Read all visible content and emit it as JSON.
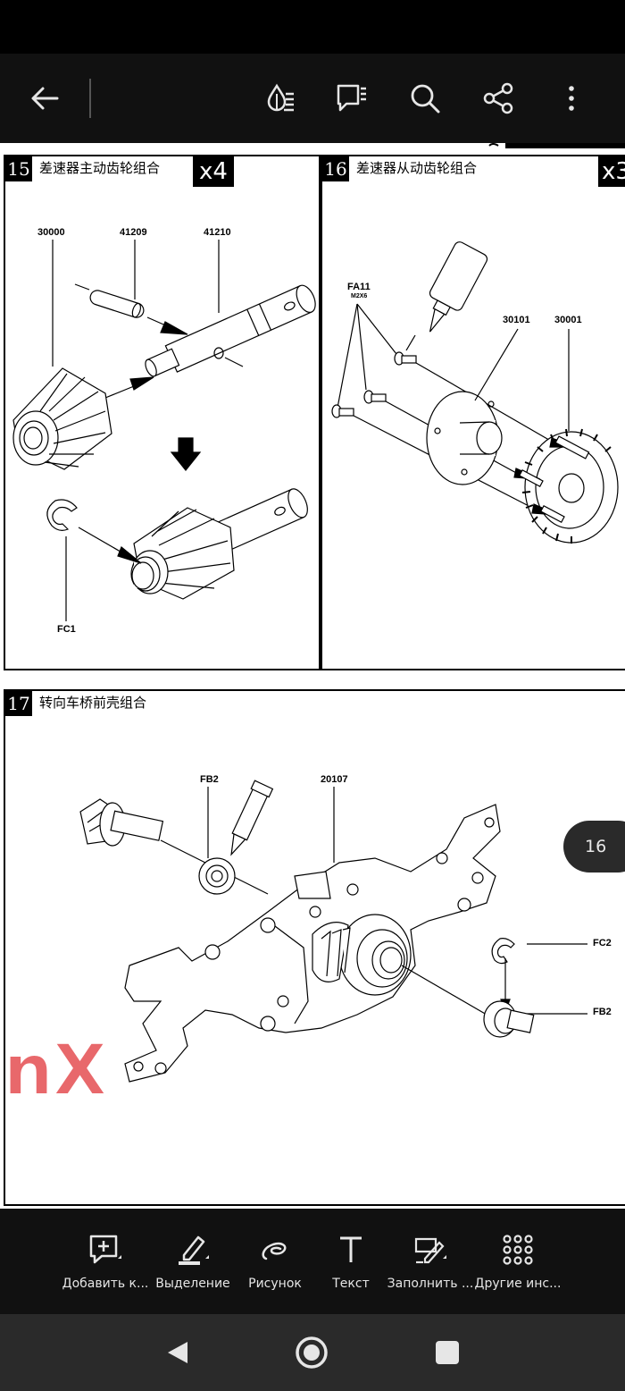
{
  "topbar": {
    "back_icon": "arrow-left-icon",
    "icons": [
      "reading-mode-icon",
      "comment-list-icon",
      "search-icon",
      "share-icon",
      "more-vertical-icon"
    ]
  },
  "document": {
    "header_text": "",
    "panels": [
      {
        "number": "15",
        "title": "差速器主动齿轮组合",
        "quantity": "x4",
        "parts": [
          "30000",
          "41209",
          "41210",
          "FC1"
        ]
      },
      {
        "number": "16",
        "title": "差速器从动齿轮组合",
        "quantity": "x3",
        "parts": [
          "FA11",
          "M2X6",
          "30101",
          "30001"
        ]
      },
      {
        "number": "17",
        "title": "转向车桥前壳组合",
        "parts": [
          "FB2",
          "20107",
          "FC2",
          "FB2"
        ]
      }
    ],
    "watermark": "nX"
  },
  "page_badge": "16",
  "toolbar": {
    "tools": [
      {
        "label": "Добавить к...",
        "icon": "add-comment-icon"
      },
      {
        "label": "Выделение",
        "icon": "highlight-pen-icon"
      },
      {
        "label": "Рисунок",
        "icon": "freehand-draw-icon"
      },
      {
        "label": "Текст",
        "icon": "text-icon"
      },
      {
        "label": "Заполнить ...",
        "icon": "fill-sign-icon"
      },
      {
        "label": "Другие инс...",
        "icon": "grid-more-icon"
      }
    ]
  },
  "navbar": {
    "icons": [
      "back-triangle-icon",
      "home-circle-icon",
      "recents-square-icon"
    ]
  },
  "colors": {
    "bar_bg": "#111111",
    "nav_bg": "#2a2a2a",
    "icon": "#e6e6e6",
    "watermark": "#e0353a"
  }
}
